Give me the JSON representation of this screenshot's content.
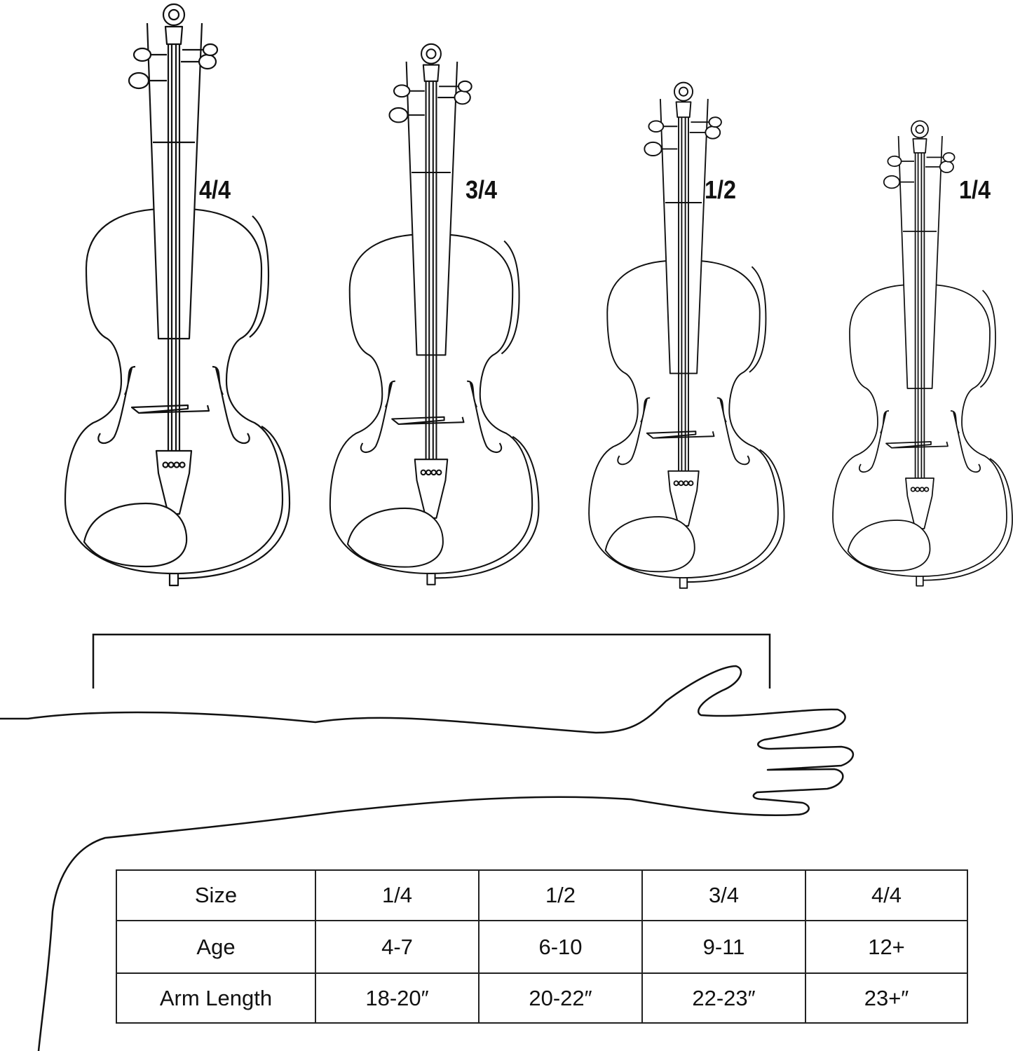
{
  "violin_labels": [
    "4/4",
    "3/4",
    "1/2",
    "1/4"
  ],
  "table": {
    "rows": [
      [
        "Size",
        "1/4",
        "1/2",
        "3/4",
        "4/4"
      ],
      [
        "Age",
        "4-7",
        "6-10",
        "9-11",
        "12+"
      ],
      [
        "Arm Length",
        "18-20″",
        "20-22″",
        "22-23″",
        "23+″"
      ]
    ]
  },
  "colors": {
    "line": "#111111",
    "background": "#ffffff"
  }
}
